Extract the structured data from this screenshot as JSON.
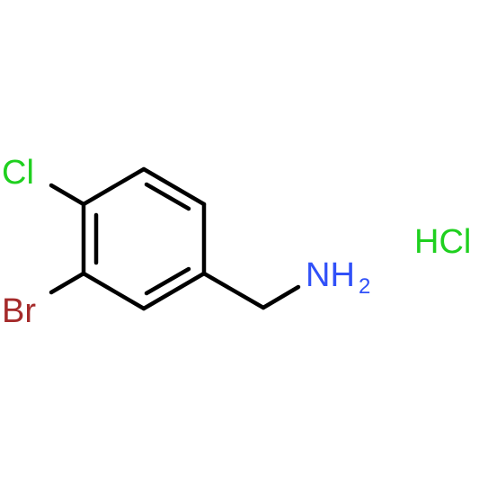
{
  "molecule": {
    "atom_labels": {
      "chlorine": "Cl",
      "bromine": "Br",
      "amine_n": "NH",
      "amine_h_count": "2"
    },
    "counterion": "HCl",
    "colors": {
      "bond": "#000000",
      "chlorine": "#1fd01f",
      "bromine": "#a52a2a",
      "nitrogen": "#3050f8"
    }
  }
}
